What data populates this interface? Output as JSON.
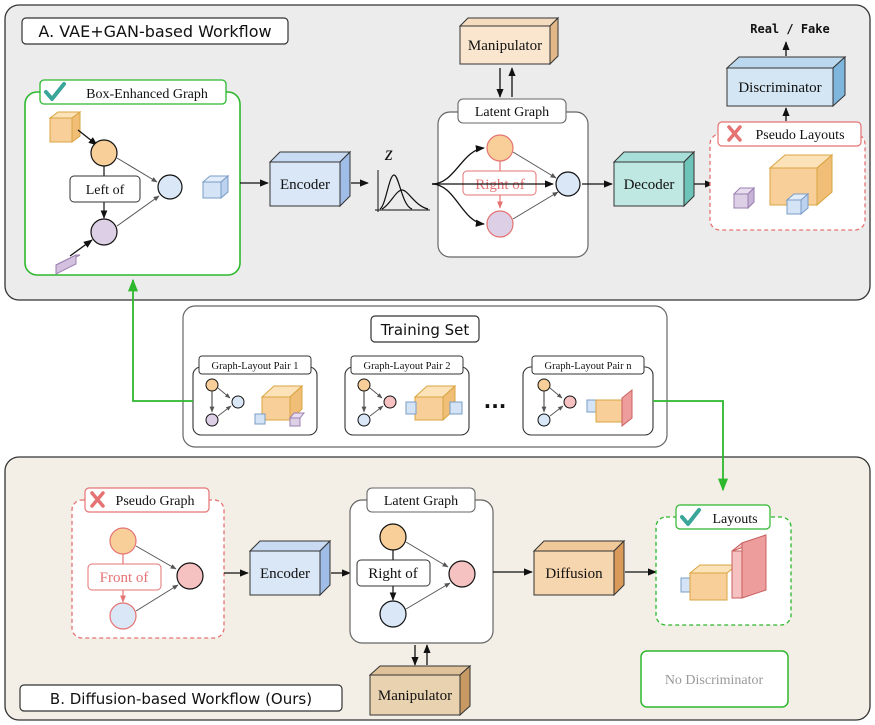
{
  "panel_a": {
    "title": "A. VAE+GAN-based Workflow",
    "box_graph_title": "Box-Enhanced Graph",
    "edge_left": "Left of",
    "encoder": "Encoder",
    "z_symbol": "z",
    "manipulator": "Manipulator",
    "latent_graph": "Latent Graph",
    "edge_right": "Right of",
    "decoder": "Decoder",
    "pseudo_layouts": "Pseudo Layouts",
    "discriminator": "Discriminator",
    "real_fake": "Real / Fake"
  },
  "training": {
    "title": "Training Set",
    "pair1": "Graph-Layout Pair 1",
    "pair2": "Graph-Layout Pair 2",
    "ellipsis": "...",
    "pairn": "Graph-Layout Pair n"
  },
  "panel_b": {
    "title": "B. Diffusion-based Workflow (Ours)",
    "pseudo_graph": "Pseudo Graph",
    "edge_front": "Front of",
    "encoder": "Encoder",
    "latent_graph": "Latent Graph",
    "edge_right": "Right of",
    "diffusion": "Diffusion",
    "layouts": "Layouts",
    "manipulator": "Manipulator",
    "no_discriminator": "No Discriminator"
  },
  "colors": {
    "green": "#2db82d",
    "red_dash": "#e57373",
    "panel_a_bg": "#ececec",
    "panel_b_bg": "#f3efe6",
    "orange_node": "#f8cf99",
    "blue_node": "#d9e7f7",
    "purple_node": "#ddd0e6",
    "pink_node": "#f5c1c1"
  }
}
